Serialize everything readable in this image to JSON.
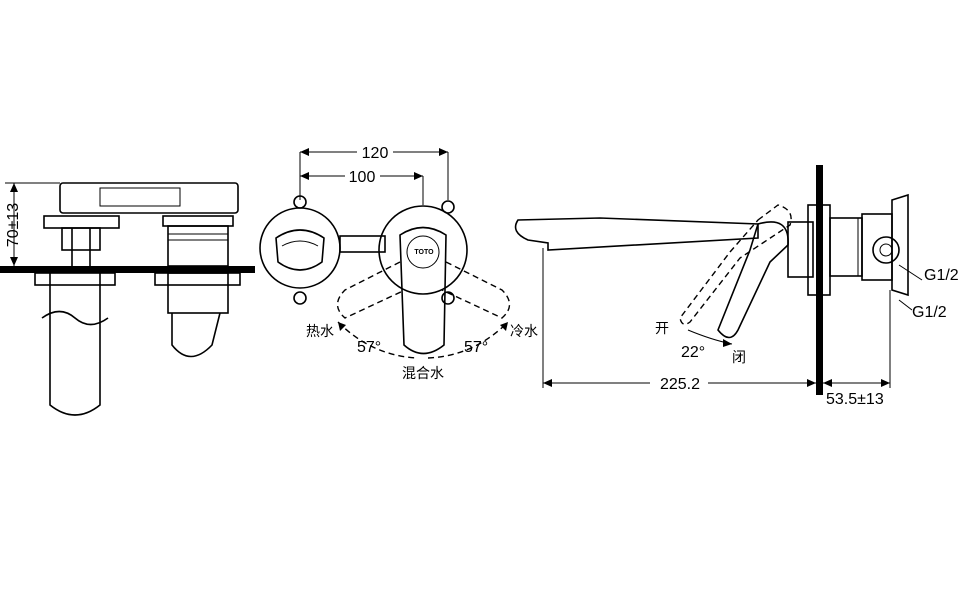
{
  "dimensions": {
    "height_70": "70±13",
    "width_120": "120",
    "width_100": "100",
    "depth_225": "225.2",
    "depth_53": "53.5±13",
    "thread_upper": "G1/2",
    "thread_lower": "G1/2",
    "angle_left": "57°",
    "angle_right": "57°",
    "angle_tilt": "22°"
  },
  "labels": {
    "hot_water": "热水",
    "cold_water": "冷水",
    "mixed_water": "混合水",
    "open": "开",
    "close": "闭",
    "brand_mark": "TOTO"
  }
}
